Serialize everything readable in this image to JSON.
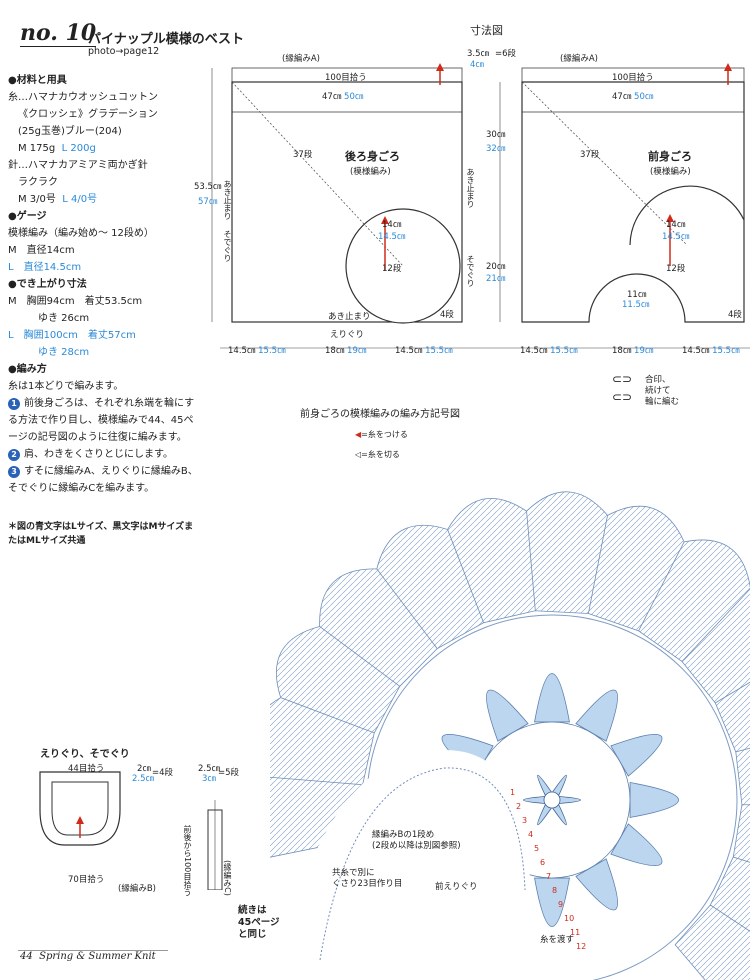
{
  "header": {
    "no": "no. 10",
    "title": "パイナップル模様のベスト",
    "photo_ref": "photo→page12"
  },
  "info": {
    "materials_head": "●材料と用具",
    "yarn_line1": "糸…ハマナカウオッシュコットン",
    "yarn_line2": "《クロッシェ》グラデーション",
    "yarn_line3": "(25g玉巻)ブルー(204)",
    "yarn_m": "M 175g",
    "yarn_l": "L 200g",
    "needle_line1": "針…ハマナカアミアミ両かぎ針",
    "needle_line2": "ラクラク",
    "needle_m": "M 3/0号",
    "needle_l": "L 4/0号",
    "gauge_head": "●ゲージ",
    "gauge_line": "模様編み（編み始め～ 12段め）",
    "gauge_m": "M　直径14cm",
    "gauge_l": "L　直径14.5cm",
    "size_head": "●でき上がり寸法",
    "size_m1": "M　胸囲94cm　着丈53.5cm",
    "size_m2": "ゆき 26cm",
    "size_l1": "L　胸囲100cm　着丈57cm",
    "size_l2": "ゆき 28cm",
    "method_head": "●編み方",
    "method_intro": "糸は1本どりで編みます。",
    "step1_num": "1",
    "step1": "前後身ごろは、それぞれ糸端を輪にする方法で作り目し、模様編みで44、45ページの記号図のように往復に編みます。",
    "step2_num": "2",
    "step2": "肩、わきをくさりとじにします。",
    "step3_num": "3",
    "step3": "すそに縁編みA、えりぐりに縁編みB、そでぐりに縁編みCを編みます。",
    "note": "＊図の青文字はLサイズ、黒文字はMサイズまたはMLサイズ共通"
  },
  "diagram": {
    "title": "寸法図",
    "back_label": "後ろ身ごろ",
    "back_sub": "(模様編み)",
    "front_label": "前身ごろ",
    "front_sub": "(模様編み)",
    "edge_a": "(縁編みA)",
    "pick_100": "100目拾う",
    "width_47": "47㎝",
    "width_50": "50㎝",
    "rows_37": "37段",
    "circle_14": "14㎝",
    "circle_145": "14.5㎝",
    "rows_12": "12段",
    "rows_4": "4段",
    "h_535": "53.5㎝",
    "h_57": "57㎝",
    "h_30": "30㎝",
    "h_32": "32㎝",
    "h_20": "20㎝",
    "h_21": "21㎝",
    "top_35": "3.5㎝",
    "top_4": "4㎝",
    "top_6": "=6段",
    "neck_11": "11㎝",
    "neck_115": "11.5㎝",
    "stop": "あき止まり",
    "armhole": "そでぐり",
    "neckline": "えりぐり",
    "bottom_145": "14.5㎝",
    "bottom_155": "15.5㎝",
    "bottom_18": "18㎝",
    "bottom_19": "19㎝",
    "join_note1": "合印、",
    "join_note2": "続けて",
    "join_note3": "輪に編む"
  },
  "pattern": {
    "title": "前身ごろの模様編みの編み方記号図",
    "legend_attach": "=糸をつける",
    "legend_cut": "=糸を切る",
    "edge_b_note1": "縁編みBの1段め",
    "edge_b_note2": "(2段め以降は別図参照)",
    "chain_note1": "共糸で別に",
    "chain_note2": "くさり23目作り目",
    "front_neck": "前えりぐり",
    "continue1": "続きは",
    "continue2": "45ページ",
    "continue3": "と同じ",
    "pass_yarn": "糸を渡す",
    "row_numbers": [
      "1",
      "2",
      "3",
      "4",
      "5",
      "6",
      "7",
      "8",
      "9",
      "10",
      "11",
      "12"
    ],
    "colors": {
      "fill": "#bcd6f0",
      "line": "#5b7fae"
    }
  },
  "collar": {
    "title": "えりぐり、そでぐり",
    "pick_44": "44目拾う",
    "pick_70": "70目拾う",
    "edge_b": "(縁編みB)",
    "w_2": "2㎝",
    "w_25": "2.5㎝",
    "w_4rows": "=4段",
    "w_25b": "2.5㎝",
    "w_3": "3㎝",
    "w_5rows": "=5段",
    "armhole_pick": "前後から100目拾う",
    "edge_c": "(縁編みC)"
  },
  "footer": {
    "page": "44",
    "text": "Spring & Summer Knit"
  }
}
